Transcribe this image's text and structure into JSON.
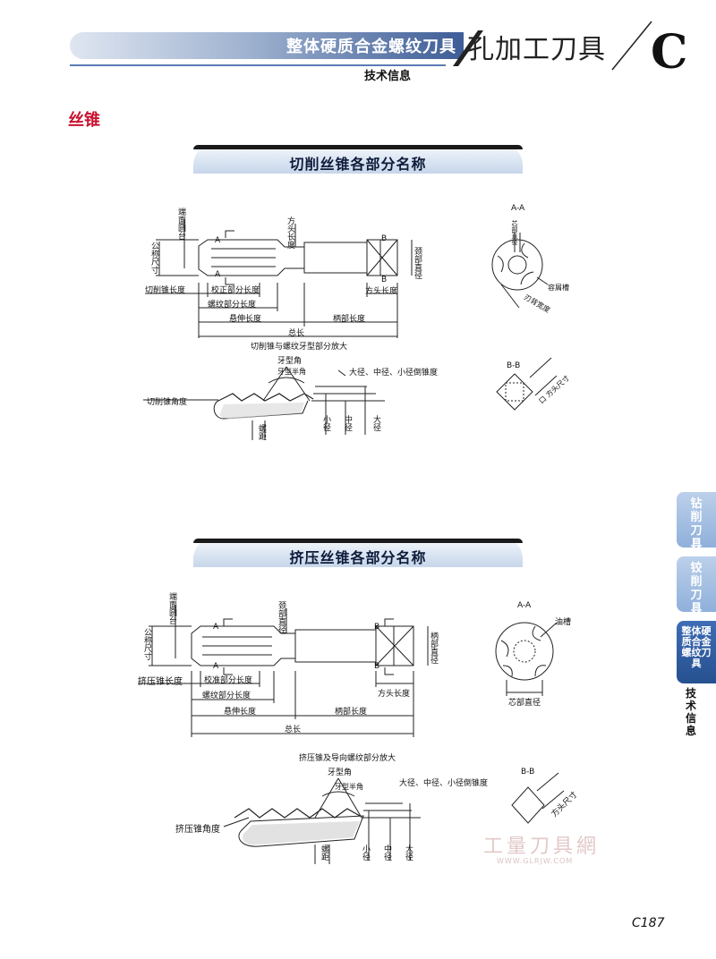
{
  "header": {
    "title": "整体硬质合金螺纹刀具",
    "subtitle": "技术信息",
    "category": "孔加工刀具",
    "letter": "C"
  },
  "section": {
    "title": "丝锥"
  },
  "cut": {
    "band": "切削丝锥各部分名称",
    "labels": {
      "end_chamfer": "端面圆台",
      "square_len_top": "方头长度",
      "nominal": "公称尺寸",
      "neck_dia": "颈部直径",
      "a": "A",
      "b": "B",
      "cut_len": "切削锥长度",
      "calib": "校正部分长度",
      "thread_len": "螺纹部分长度",
      "square_len": "方头长度",
      "overhang": "悬伸长度",
      "shank": "柄部长度",
      "total": "总长",
      "enlarge": "切削锥与螺纹牙型部分放大",
      "thread_angle": "牙型角",
      "half_angle": "牙型半角",
      "taper_note": "大径、中径、小径倒锥度",
      "chamfer_angle": "切削锥角度",
      "pitch": "螺距",
      "minor": "小径",
      "pitch_dia": "中径",
      "major": "大径",
      "aa": "A-A",
      "core": "芯部直径",
      "flute": "容屑槽",
      "land": "刃背宽度",
      "bb": "B-B",
      "square": "口 方头尺寸"
    }
  },
  "form": {
    "band": "挤压丝锥各部分名称",
    "labels": {
      "end_chamfer": "端面圆台",
      "neck_dia": "颈部直径",
      "nominal": "公称尺寸",
      "a": "A",
      "b": "B",
      "shank_dia": "柄部直径",
      "cut_len": "挤压锥长度",
      "calib": "校准部分长度",
      "thread_len": "螺纹部分长度",
      "square_len": "方头长度",
      "overhang": "悬伸长度",
      "shank": "柄部长度",
      "total": "总长",
      "enlarge": "挤压锥及导向螺纹部分放大",
      "thread_angle": "牙型角",
      "half_angle": "牙型半角",
      "taper_note": "大径、中径、小径倒锥度",
      "chamfer_angle": "挤压锥角度",
      "pitch": "螺距",
      "minor": "小径",
      "pitch_dia": "中径",
      "major": "大径",
      "aa": "A-A",
      "oil": "油槽",
      "core": "芯部直径",
      "bb": "B-B",
      "square": "方头尺寸"
    }
  },
  "tabs": {
    "drill": "钻削刀具",
    "ream": "铰削刀具",
    "thread": "整体硬质合金螺纹刀具",
    "tech": "技术信息"
  },
  "watermark": {
    "main": "工量刀具網",
    "url": "WWW.GLRJW.COM"
  },
  "page": {
    "number": "C187"
  }
}
